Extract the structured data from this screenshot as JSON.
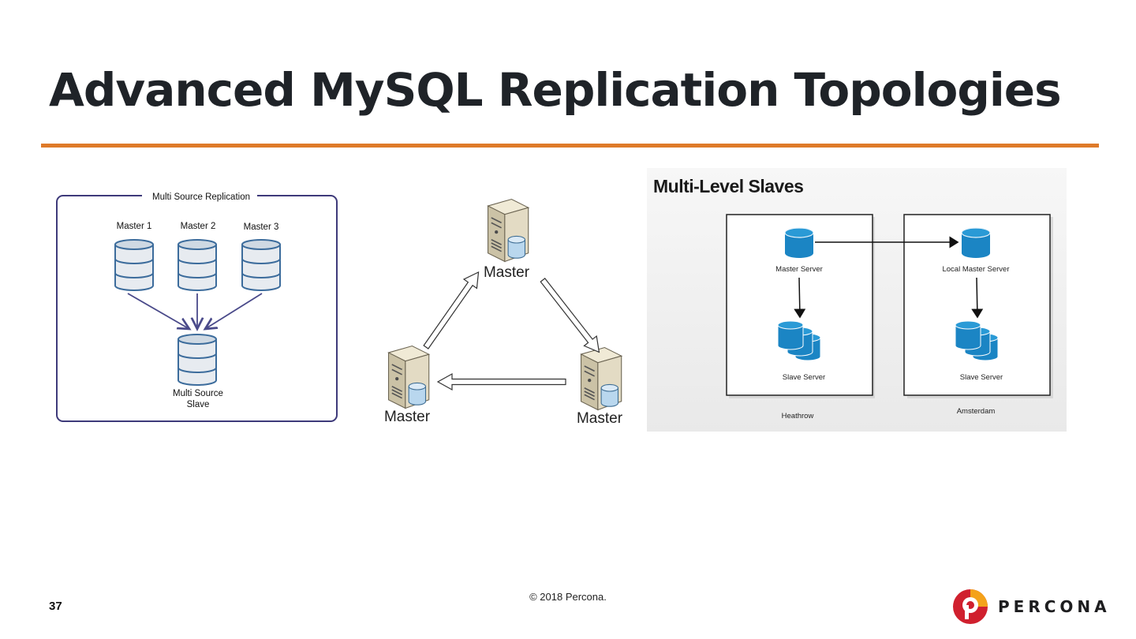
{
  "slide": {
    "title": "Advanced MySQL Replication Topologies",
    "page_number": "37",
    "copyright": "© 2018 Percona.",
    "brand": "PERCONA",
    "accent_color": "#de7a29"
  },
  "multi_source": {
    "frame_label": "Multi Source Replication",
    "masters": [
      "Master 1",
      "Master 2",
      "Master 3"
    ],
    "slave_label_line1": "Multi Source",
    "slave_label_line2": "Slave",
    "stroke_color": "#4a4a8a",
    "db_color": "#3c6c9c"
  },
  "ring": {
    "top_label": "Master",
    "left_label": "Master",
    "right_label": "Master"
  },
  "multi_level": {
    "title": "Multi-Level Slaves",
    "left_box": {
      "master_label": "Master Server",
      "slave_label": "Slave Server",
      "location": "Heathrow"
    },
    "right_box": {
      "master_label": "Local Master Server",
      "slave_label": "Slave Server",
      "location": "Amsterdam"
    },
    "db_color": "#1b85c4"
  }
}
